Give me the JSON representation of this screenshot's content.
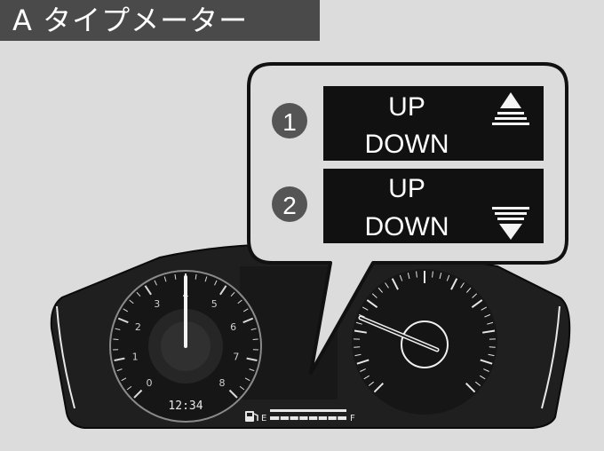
{
  "title": "A タイプメーター",
  "callouts": [
    {
      "number": "1",
      "line1": "UP",
      "line2": "DOWN",
      "arrow": "triangle-up-stack-icon"
    },
    {
      "number": "2",
      "line1": "UP",
      "line2": "DOWN",
      "arrow": "triangle-down-stack-icon"
    }
  ],
  "tachometer": {
    "ticks": [
      "0",
      "1",
      "2",
      "3",
      "4",
      "5",
      "6",
      "7",
      "8"
    ],
    "needle_value": 4
  },
  "clock": "12:34",
  "fuel": {
    "empty_label": "E",
    "full_label": "F",
    "icon": "fuel-pump-icon"
  },
  "colors": {
    "background": "#dcdcdc",
    "title_bar": "#4a4a4a",
    "panel": "#111111",
    "dash": "#1f1f1f",
    "bubble_border": "#111111",
    "number_badge": "#555555"
  }
}
